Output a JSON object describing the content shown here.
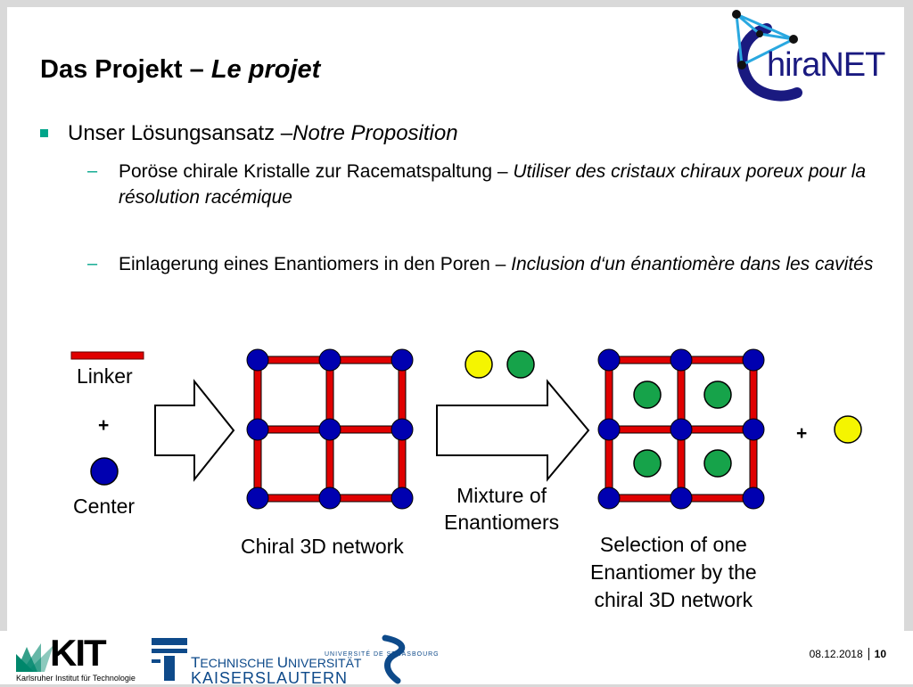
{
  "title": {
    "main": "Das Projekt – ",
    "italic": "Le projet"
  },
  "logo": {
    "chiranet": "hiraNET"
  },
  "bullet1": {
    "text": "Unser Lösungsansatz – ",
    "italic": "Notre Proposition"
  },
  "sub1": {
    "text": "Poröse chirale Kristalle zur Racematspaltung – ",
    "italic": "Utiliser des cristaux chiraux poreux pour la résolution racémique"
  },
  "sub2": {
    "text": "Einlagerung eines Enantiomers in den Poren – ",
    "italic": "Inclusion d‘un énantiomère dans les cavités"
  },
  "diagram": {
    "linker": "Linker",
    "plus1": "+",
    "center": "Center",
    "network_label": "Chiral 3D network",
    "mixture_l1": "Mixture of",
    "mixture_l2": "Enantiomers",
    "selection_l1": "Selection of one",
    "selection_l2": "Enantiomer by the",
    "selection_l3": "chiral 3D network",
    "plus2": "+"
  },
  "colors": {
    "node": "#0000b0",
    "linker": "#e00000",
    "green": "#16a34a",
    "yellow": "#f5f500",
    "accent": "#00a58a"
  },
  "footer": {
    "date": "08.12.2018",
    "page": "10",
    "kit_name": "Karlsruher Institut für Technologie",
    "tu_l1a": "T",
    "tu_l1b": "ECHNISCHE ",
    "tu_l1c": "U",
    "tu_l1d": "NIVERSITÄT",
    "tu_l2": "KAISERSLAUTERN",
    "strasbourg": "UNIVERSITÉ DE STRASBOURG",
    "kit": "KIT"
  }
}
